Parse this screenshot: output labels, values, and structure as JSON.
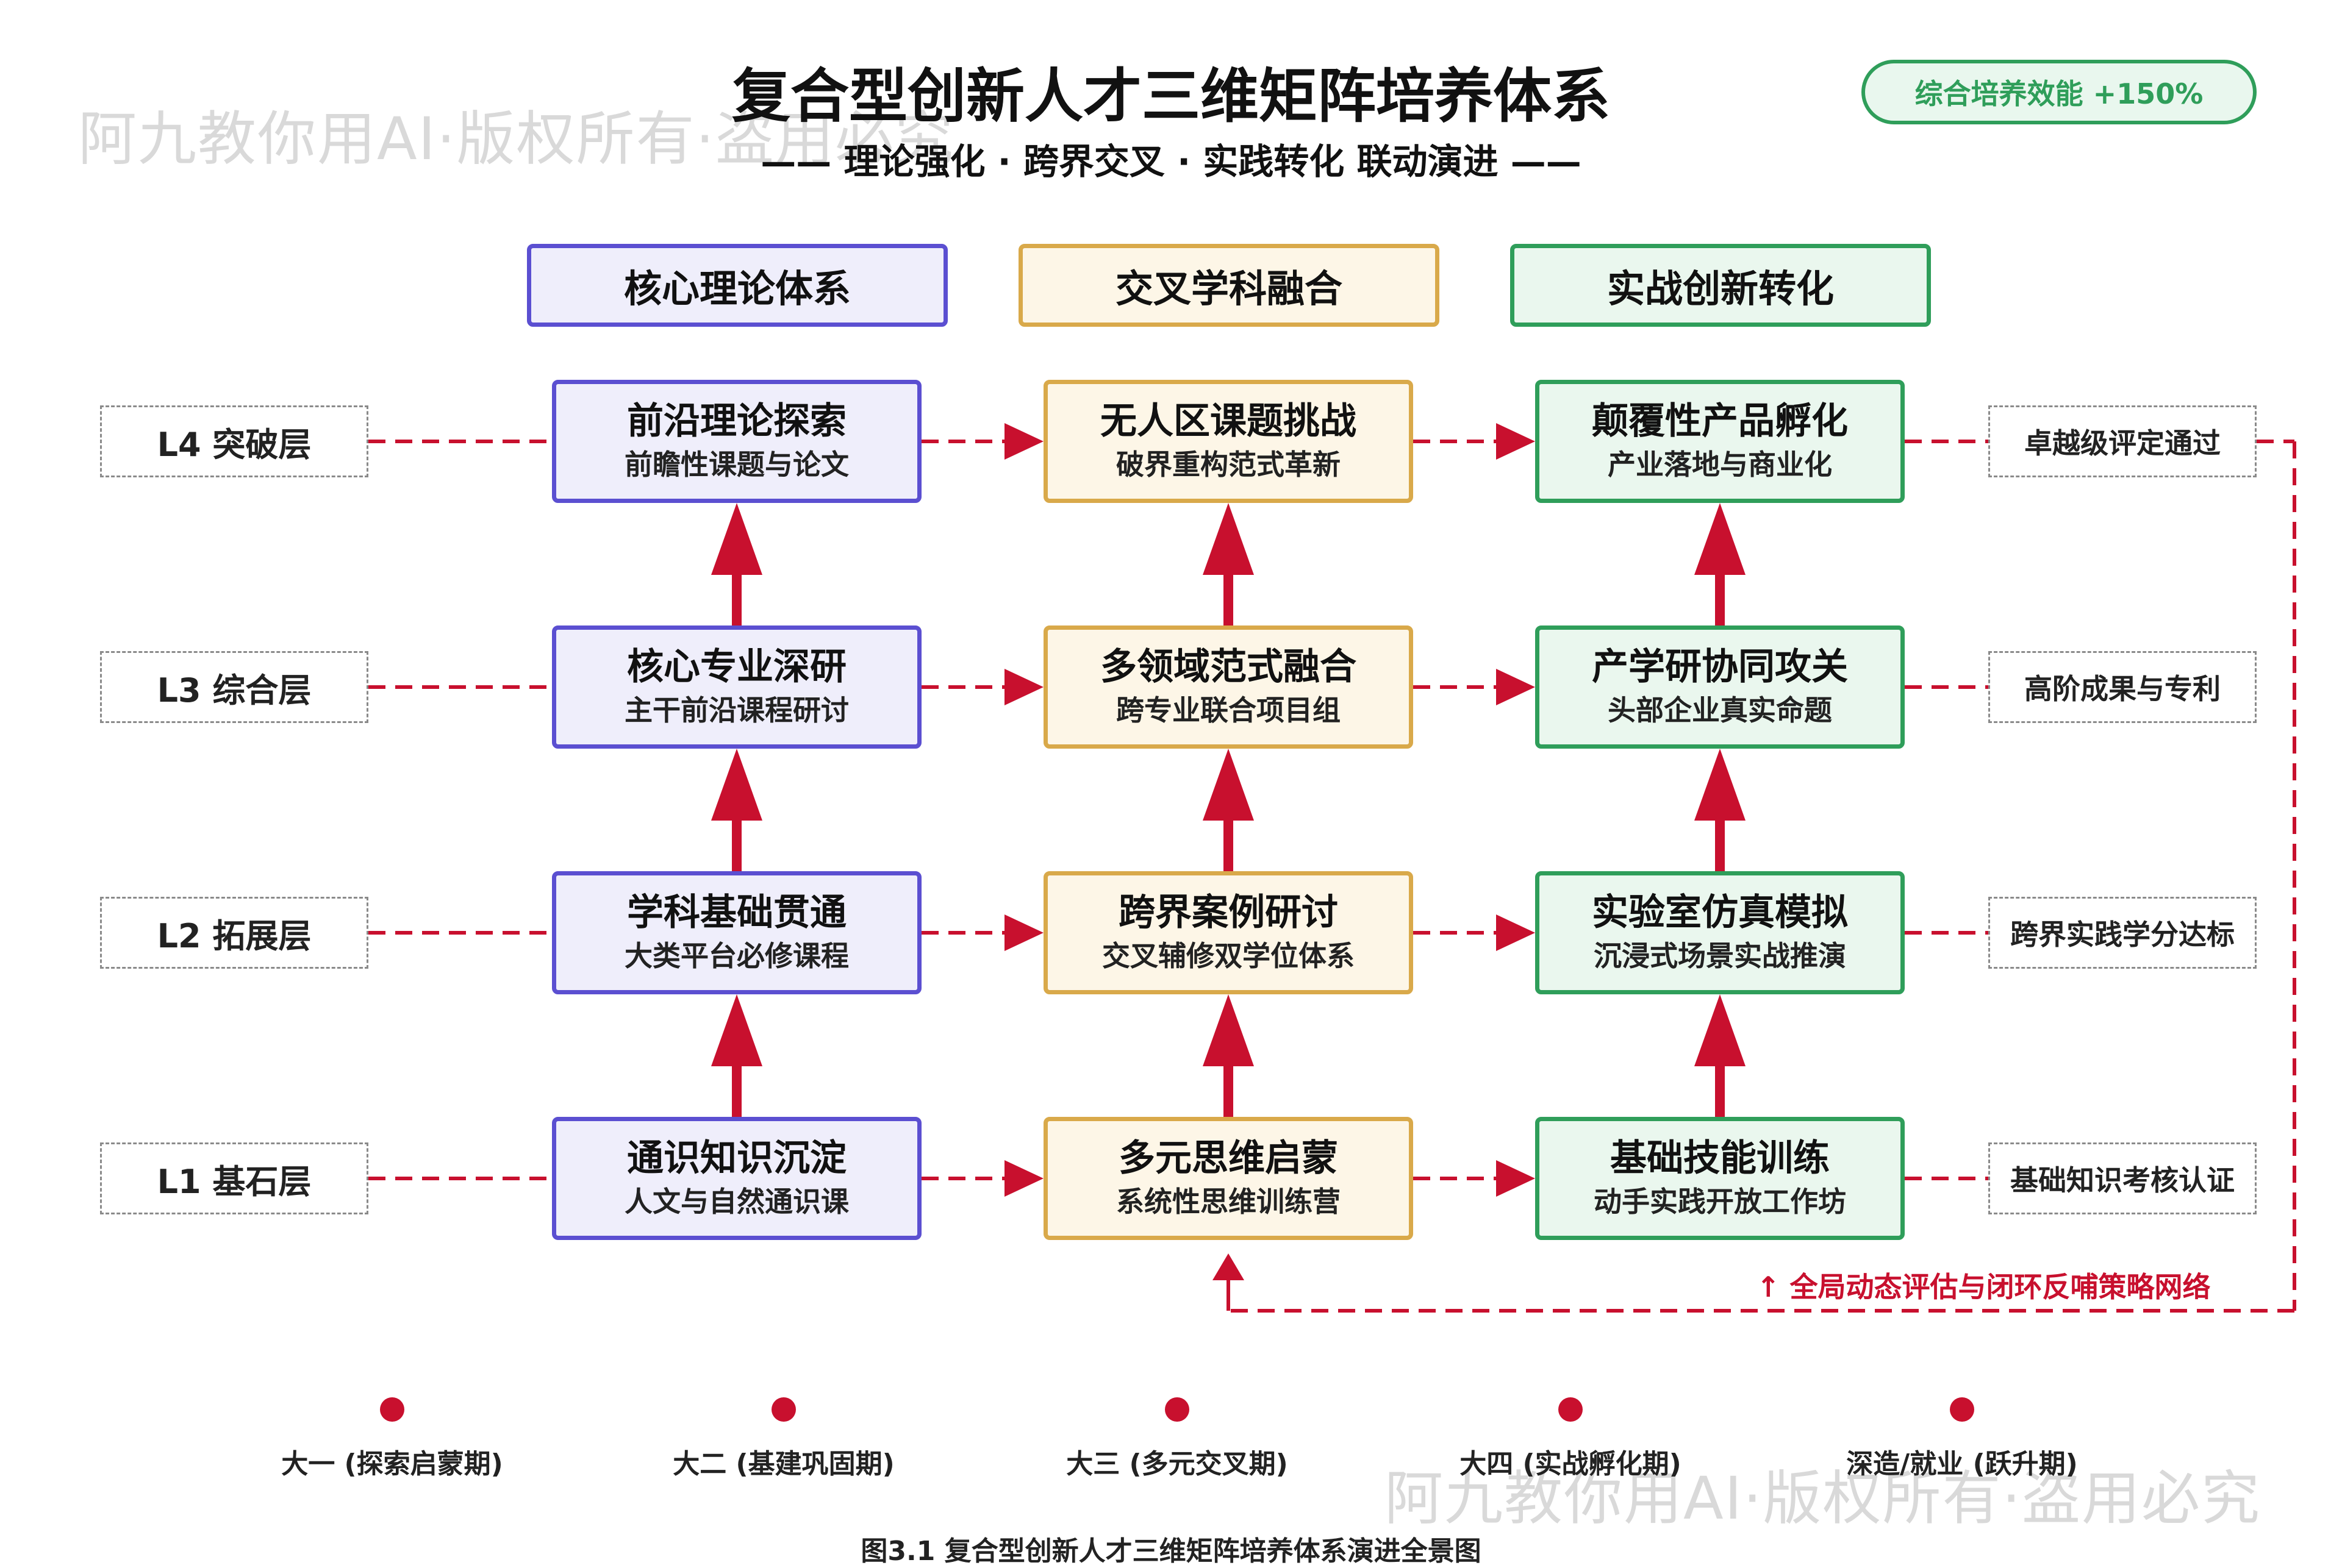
{
  "watermark": "阿九教你用AI·版权所有·盗用必究",
  "title": "复合型创新人才三维矩阵培养体系",
  "subtitle": "—— 理论强化 · 跨界交叉 · 实践转化 联动演进 ——",
  "badge": "综合培养效能 +150%",
  "columns": [
    "核心理论体系",
    "交叉学科融合",
    "实战创新转化"
  ],
  "levels": [
    "L4 突破层",
    "L3 综合层",
    "L2 拓展层",
    "L1 基石层"
  ],
  "outcomes": [
    "卓越级评定通过",
    "高阶成果与专利",
    "跨界实践学分达标",
    "基础知识考核认证"
  ],
  "nodes": {
    "r4": [
      {
        "title": "前沿理论探索",
        "sub": "前瞻性课题与论文"
      },
      {
        "title": "无人区课题挑战",
        "sub": "破界重构范式革新"
      },
      {
        "title": "颠覆性产品孵化",
        "sub": "产业落地与商业化"
      }
    ],
    "r3": [
      {
        "title": "核心专业深研",
        "sub": "主干前沿课程研讨"
      },
      {
        "title": "多领域范式融合",
        "sub": "跨专业联合项目组"
      },
      {
        "title": "产学研协同攻关",
        "sub": "头部企业真实命题"
      }
    ],
    "r2": [
      {
        "title": "学科基础贯通",
        "sub": "大类平台必修课程"
      },
      {
        "title": "跨界案例研讨",
        "sub": "交叉辅修双学位体系"
      },
      {
        "title": "实验室仿真模拟",
        "sub": "沉浸式场景实战推演"
      }
    ],
    "r1": [
      {
        "title": "通识知识沉淀",
        "sub": "人文与自然通识课"
      },
      {
        "title": "多元思维启蒙",
        "sub": "系统性思维训练营"
      },
      {
        "title": "基础技能训练",
        "sub": "动手实践开放工作坊"
      }
    ]
  },
  "loop_label": "↑ 全局动态评估与闭环反哺策略网络",
  "timeline": [
    "大一 (探索启蒙期)",
    "大二 (基建巩固期)",
    "大三 (多元交叉期)",
    "大四 (实战孵化期)",
    "深造/就业 (跃升期)"
  ],
  "caption": "图3.1 复合型创新人才三维矩阵培养体系演进全景图",
  "colors": {
    "theory": "#5b4fd1",
    "cross": "#d9a94a",
    "practice": "#2f9e5a",
    "accent": "#c8102e"
  }
}
